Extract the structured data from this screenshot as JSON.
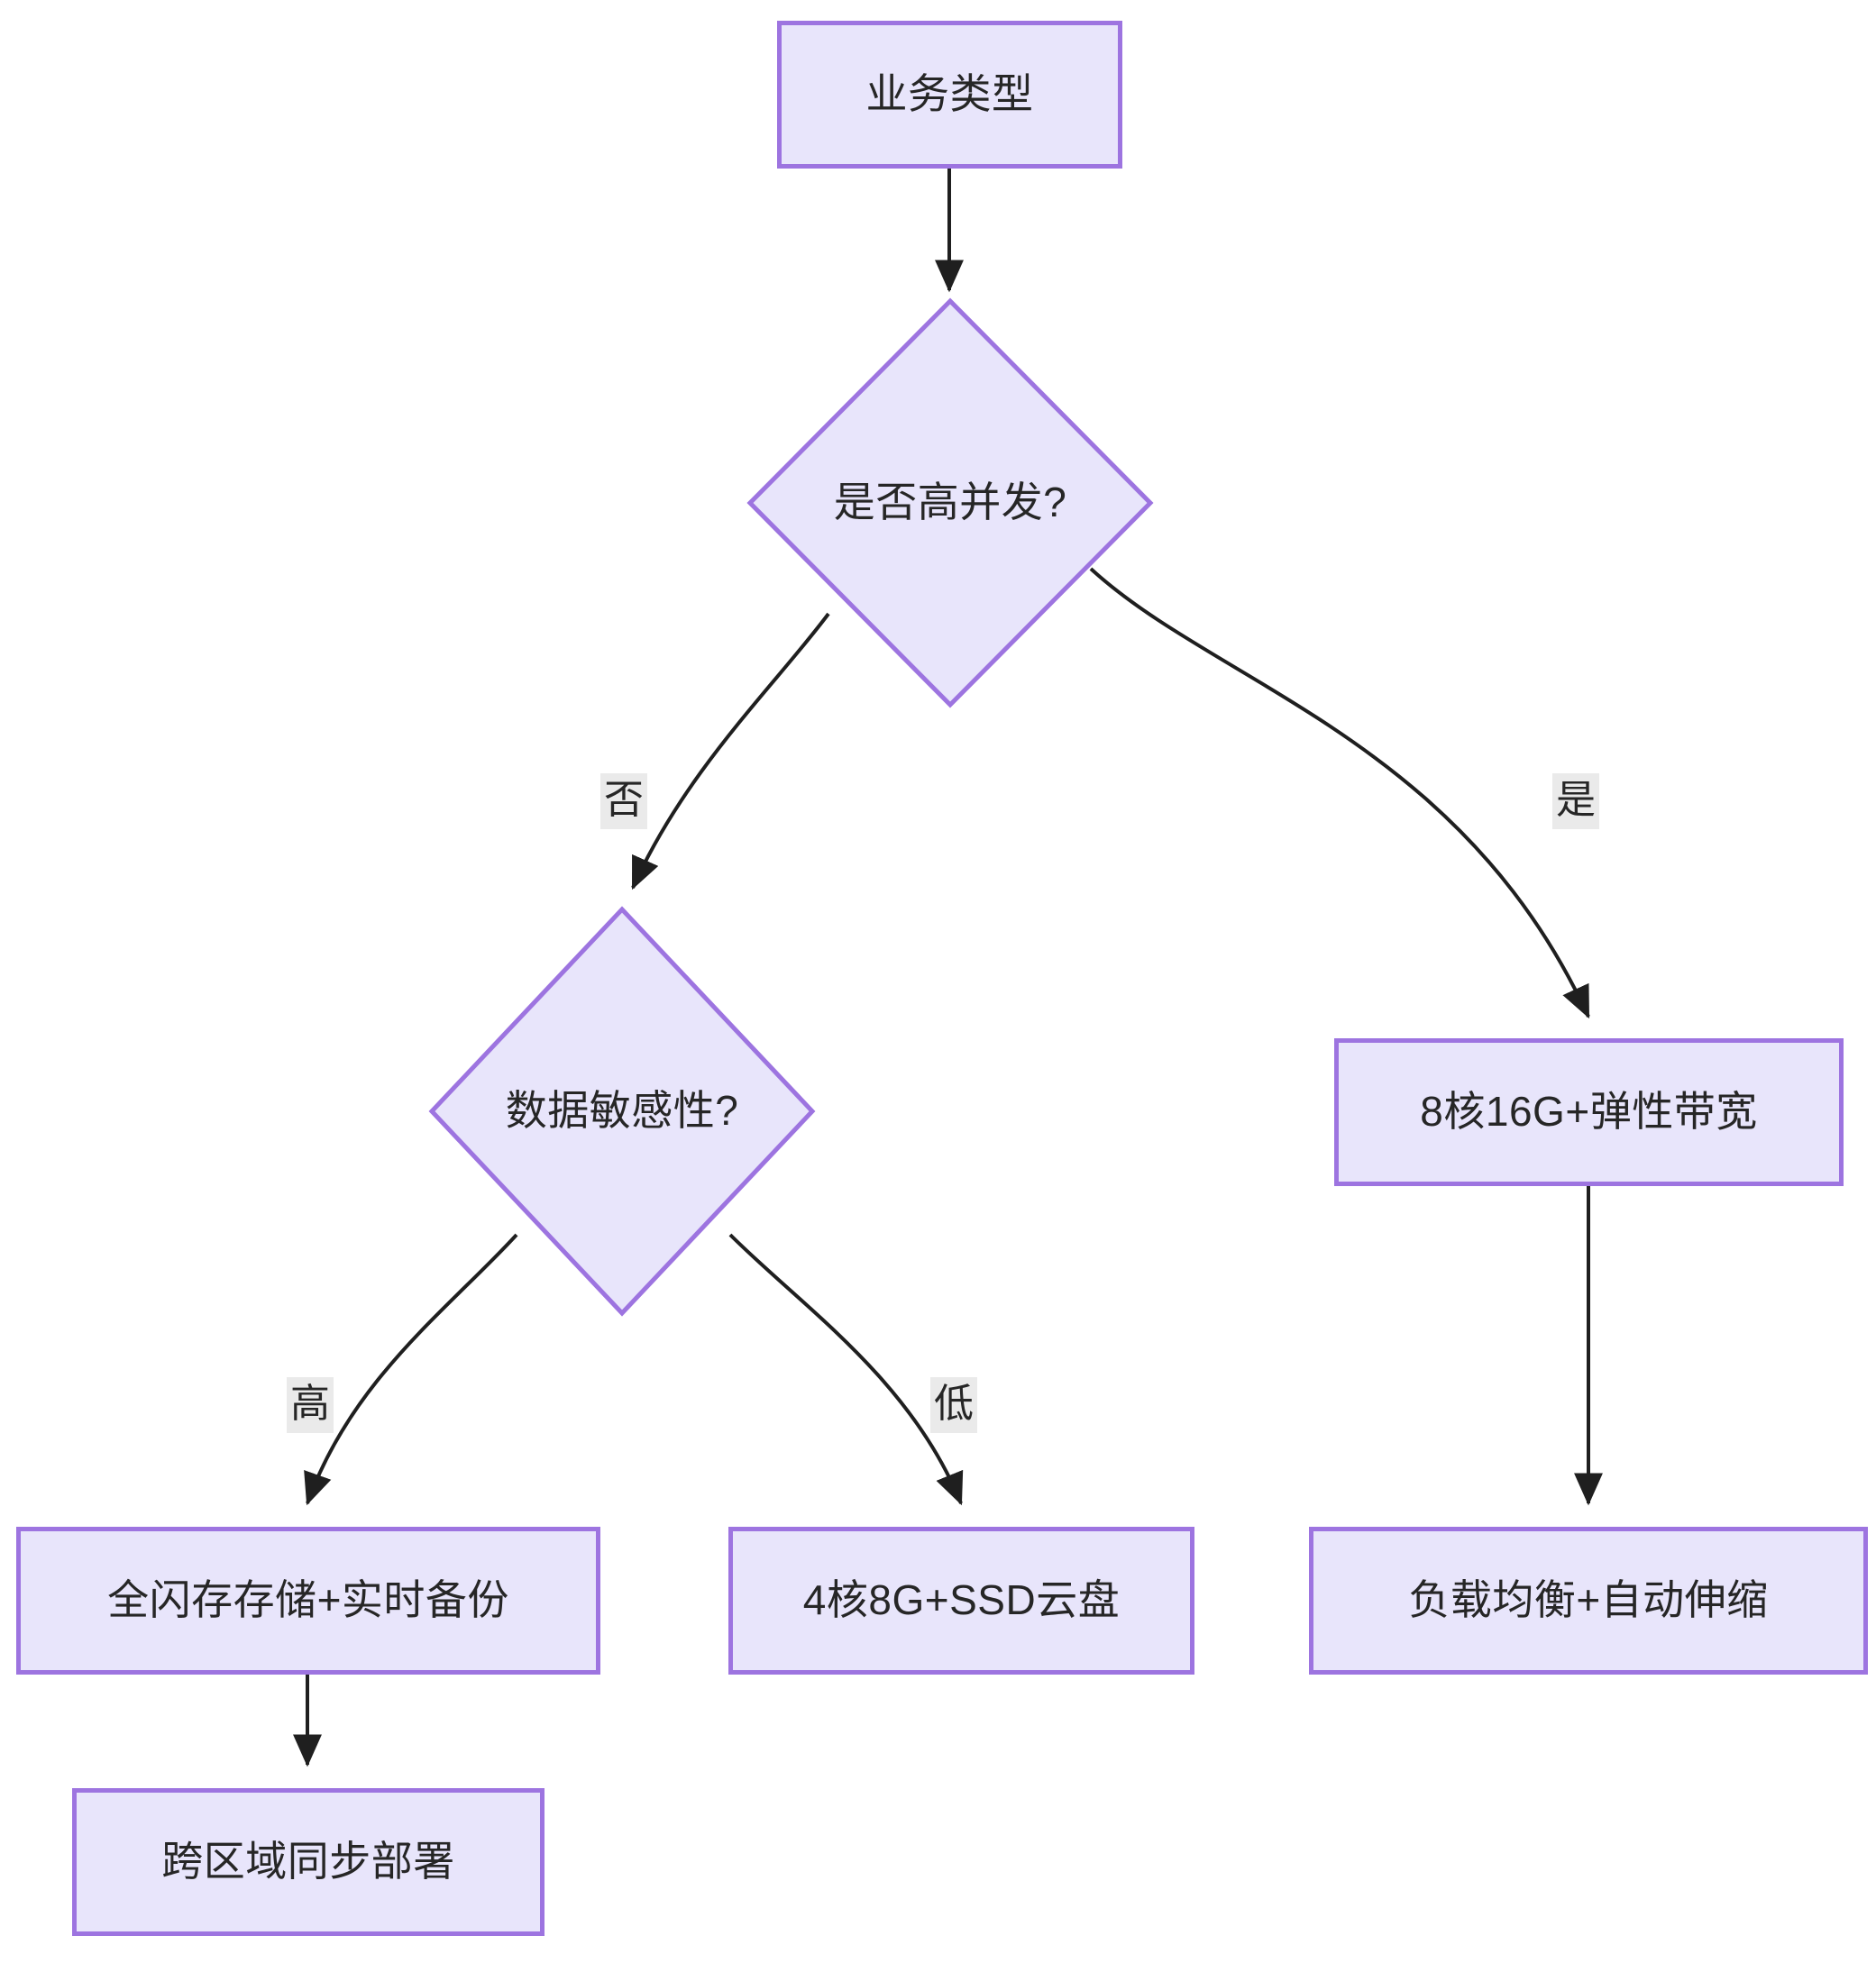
{
  "diagram": {
    "type": "flowchart",
    "direction": "top-down",
    "title": "",
    "theme": {
      "node_fill": "#e8e5fb",
      "node_border": "#9d74e0",
      "node_text": "#262626",
      "edge_stroke": "#1f1f1f",
      "edge_label_bg": "#eaeaea",
      "background": "#ffffff"
    },
    "nodes": [
      {
        "id": "n1",
        "shape": "rect",
        "label": "业务类型"
      },
      {
        "id": "n2",
        "shape": "diamond",
        "label": "是否高并发?"
      },
      {
        "id": "n3",
        "shape": "diamond",
        "label": "数据敏感性?"
      },
      {
        "id": "n4",
        "shape": "rect",
        "label": "8核16G+弹性带宽"
      },
      {
        "id": "n5",
        "shape": "rect",
        "label": "全闪存存储+实时备份"
      },
      {
        "id": "n6",
        "shape": "rect",
        "label": "4核8G+SSD云盘"
      },
      {
        "id": "n7",
        "shape": "rect",
        "label": "负载均衡+自动伸缩"
      },
      {
        "id": "n8",
        "shape": "rect",
        "label": "跨区域同步部署"
      }
    ],
    "edges": [
      {
        "from": "n1",
        "to": "n2",
        "label": ""
      },
      {
        "from": "n2",
        "to": "n3",
        "label": "否"
      },
      {
        "from": "n2",
        "to": "n4",
        "label": "是"
      },
      {
        "from": "n3",
        "to": "n5",
        "label": "高"
      },
      {
        "from": "n3",
        "to": "n6",
        "label": "低"
      },
      {
        "from": "n4",
        "to": "n7",
        "label": ""
      },
      {
        "from": "n5",
        "to": "n8",
        "label": ""
      }
    ],
    "edge_labels": {
      "no": "否",
      "yes": "是",
      "high": "高",
      "low": "低"
    }
  }
}
